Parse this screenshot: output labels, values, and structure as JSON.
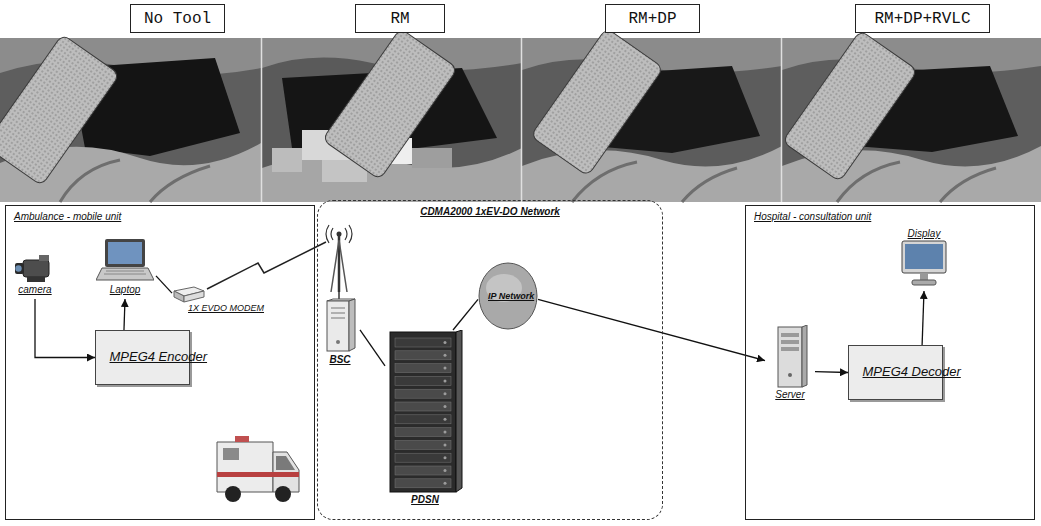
{
  "diagram": {
    "nodes": [
      {
        "text": [
          "No Tool"
        ]
      },
      {
        "text": [
          "RM"
        ]
      },
      {
        "text": [
          "RM+DP"
        ]
      },
      {
        "text": [
          "RM+DP+RVLC"
        ]
      },
      {
        "text": [
          "Ambulance - mobile unit"
        ]
      },
      {
        "text": [
          "camera"
        ],
        "in": 4
      },
      {
        "text": [
          "Laptop"
        ],
        "in": 4
      },
      {
        "text": [
          "1X EVDO MODEM"
        ],
        "in": 4
      },
      {
        "text": [
          "MPEG4 Encoder"
        ],
        "in": 4
      },
      {
        "text": [
          "CDMA2000 1xEV-DO Network"
        ]
      },
      {
        "text": [
          "BSC"
        ],
        "in": 9
      },
      {
        "text": [
          "PDSN"
        ],
        "in": 9
      },
      {
        "text": [
          "IP Network"
        ],
        "in": 9
      },
      {
        "text": [
          "Hospital - consultation unit"
        ]
      },
      {
        "text": [
          "Server"
        ],
        "in": 13
      },
      {
        "text": [
          "MPEG4 Decoder"
        ],
        "in": 13
      },
      {
        "text": [
          "Display"
        ],
        "in": 13
      }
    ],
    "edges": [
      {
        "from": 5,
        "to": 8,
        "arrow": "to"
      },
      {
        "from": 8,
        "to": 6,
        "arrow": "to"
      },
      {
        "from": 6,
        "to": 7,
        "arrow": "none"
      },
      {
        "from": 10,
        "to": 11,
        "arrow": "none"
      },
      {
        "from": 11,
        "to": 12,
        "arrow": "none"
      },
      {
        "from": 12,
        "to": 14,
        "arrow": "to"
      },
      {
        "from": 14,
        "to": 15,
        "arrow": "to"
      },
      {
        "from": 15,
        "to": 16,
        "arrow": "to"
      }
    ]
  }
}
